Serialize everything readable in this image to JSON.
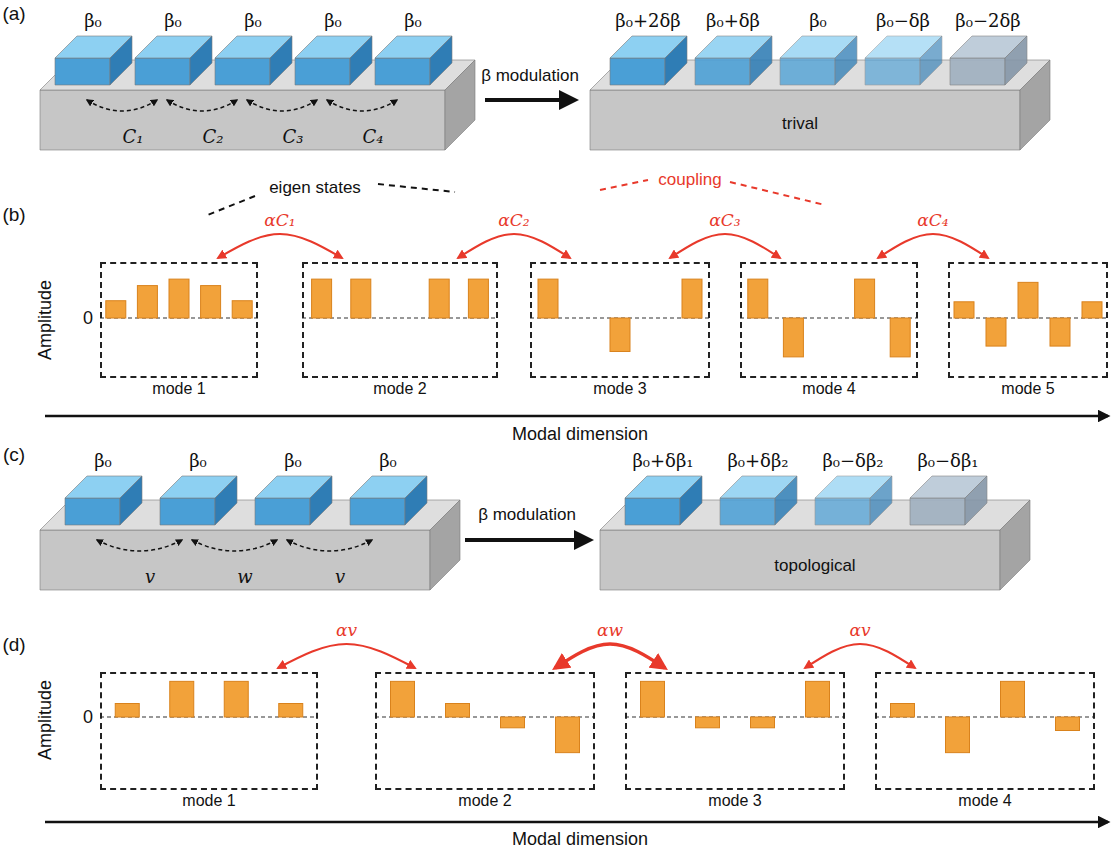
{
  "diagram": {
    "nodes": [
      {
        "text": [
          "mode 1"
        ]
      },
      {
        "text": [
          "mode 2"
        ]
      },
      {
        "text": [
          "mode 3"
        ]
      },
      {
        "text": [
          "mode 4"
        ]
      },
      {
        "text": [
          "mode 5"
        ]
      },
      {
        "text": [
          "mode 1"
        ]
      },
      {
        "text": [
          "mode 2"
        ]
      },
      {
        "text": [
          "mode 3"
        ]
      },
      {
        "text": [
          "mode 4"
        ]
      }
    ],
    "edges": [
      {
        "from": 0,
        "to": 1,
        "arrow": "both",
        "label": "αC₁"
      },
      {
        "from": 1,
        "to": 2,
        "arrow": "both",
        "label": "αC₂"
      },
      {
        "from": 2,
        "to": 3,
        "arrow": "both",
        "label": "αC₃"
      },
      {
        "from": 3,
        "to": 4,
        "arrow": "both",
        "label": "αC₄"
      },
      {
        "from": 5,
        "to": 6,
        "arrow": "both",
        "label": "αv"
      },
      {
        "from": 6,
        "to": 7,
        "arrow": "both",
        "label": "αw"
      },
      {
        "from": 7,
        "to": 8,
        "arrow": "both",
        "label": "αv"
      }
    ],
    "labels": [
      "(a)",
      "β₀",
      "β₀",
      "β₀",
      "β₀",
      "β₀",
      "C₁",
      "C₂",
      "C₃",
      "C₄",
      "eigen states",
      "β modulation",
      "β₀+2δβ",
      "β₀+δβ",
      "β₀",
      "β₀−δβ",
      "β₀−2δβ",
      "trival",
      "coupling",
      "(b)",
      "Amplitude",
      "0",
      "Modal dimension",
      "(c)",
      "β₀",
      "β₀",
      "β₀",
      "β₀",
      "v",
      "w",
      "v",
      "β modulation",
      "β₀+δβ₁",
      "β₀+δβ₂",
      "β₀−δβ₂",
      "β₀−δβ₁",
      "topological",
      "(d)",
      "Amplitude",
      "0",
      "Modal dimension"
    ]
  }
}
